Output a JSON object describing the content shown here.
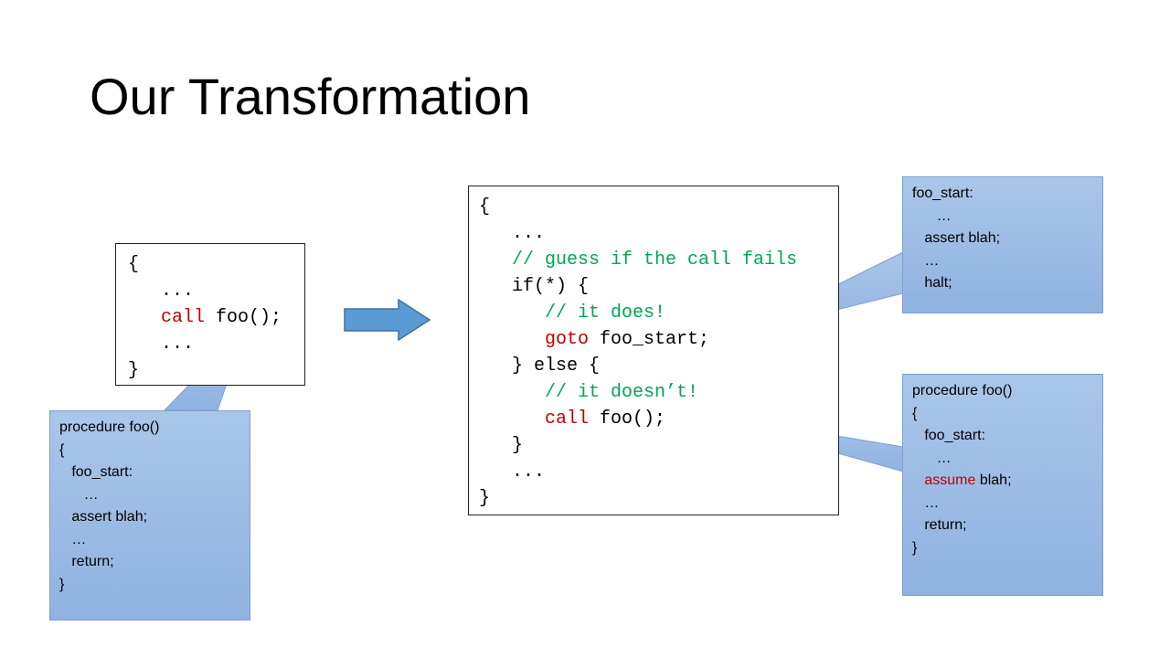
{
  "slide": {
    "title": "Our Transformation"
  },
  "original_code": [
    [
      {
        "t": "{"
      }
    ],
    [
      {
        "t": "   ..."
      }
    ],
    [
      {
        "t": "   "
      },
      {
        "t": "call",
        "k": "kw"
      },
      {
        "t": " foo();"
      }
    ],
    [
      {
        "t": "   ..."
      }
    ],
    [
      {
        "t": "}"
      }
    ]
  ],
  "transformed_code": [
    [
      {
        "t": "{"
      }
    ],
    [
      {
        "t": "   ..."
      }
    ],
    [
      {
        "t": "   "
      },
      {
        "t": "// guess if the call fails",
        "k": "cm"
      }
    ],
    [
      {
        "t": "   if(*) {"
      }
    ],
    [
      {
        "t": "      "
      },
      {
        "t": "// it does!",
        "k": "cm"
      }
    ],
    [
      {
        "t": "      "
      },
      {
        "t": "goto",
        "k": "kw"
      },
      {
        "t": " foo_start;"
      }
    ],
    [
      {
        "t": "   } else {"
      }
    ],
    [
      {
        "t": "      "
      },
      {
        "t": "// it doesn’t!",
        "k": "cm"
      }
    ],
    [
      {
        "t": "      "
      },
      {
        "t": "call",
        "k": "kw"
      },
      {
        "t": " foo();"
      }
    ],
    [
      {
        "t": "   }"
      }
    ],
    [
      {
        "t": "   ..."
      }
    ],
    [
      {
        "t": "}"
      }
    ]
  ],
  "callout_left": [
    [
      {
        "t": "procedure foo()"
      }
    ],
    [
      {
        "t": "{"
      }
    ],
    [
      {
        "t": "   foo_start:"
      }
    ],
    [
      {
        "t": "      …"
      }
    ],
    [
      {
        "t": "   assert blah;"
      }
    ],
    [
      {
        "t": "   …"
      }
    ],
    [
      {
        "t": "   return;"
      }
    ],
    [
      {
        "t": "}"
      }
    ]
  ],
  "callout_top_right": [
    [
      {
        "t": "foo_start:"
      }
    ],
    [
      {
        "t": "      …"
      }
    ],
    [
      {
        "t": "   assert blah;"
      }
    ],
    [
      {
        "t": "   …"
      }
    ],
    [
      {
        "t": "   halt;"
      }
    ]
  ],
  "callout_bottom_right": [
    [
      {
        "t": "procedure foo()"
      }
    ],
    [
      {
        "t": "{"
      }
    ],
    [
      {
        "t": "   foo_start:"
      }
    ],
    [
      {
        "t": "      …"
      }
    ],
    [
      {
        "t": "   "
      },
      {
        "t": "assume",
        "k": "kw"
      },
      {
        "t": " blah;"
      }
    ],
    [
      {
        "t": "   …"
      }
    ],
    [
      {
        "t": "   return;"
      }
    ],
    [
      {
        "t": "}"
      }
    ]
  ],
  "colors": {
    "keyword": "#c00000",
    "comment": "#00a651",
    "callout_fill": "#9dbde6",
    "arrow_fill": "#5b9bd5"
  },
  "icons": {
    "transform_arrow": "right-arrow-icon"
  }
}
